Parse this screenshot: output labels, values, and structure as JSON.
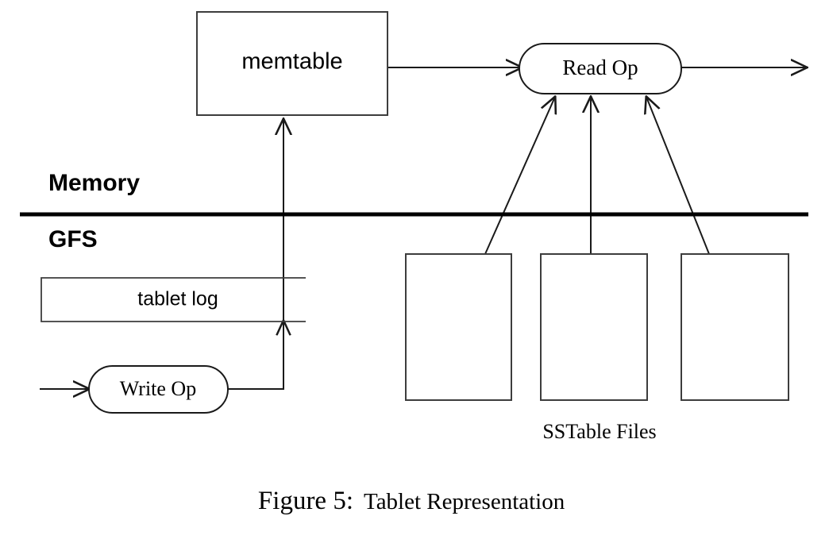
{
  "figure": {
    "caption_label": "Figure 5:",
    "caption_title": "Tablet Representation"
  },
  "zones": [
    {
      "name": "memory",
      "label": "Memory"
    },
    {
      "name": "gfs",
      "label": "GFS"
    }
  ],
  "nodes": {
    "memtable": {
      "label": "memtable",
      "shape": "rectangle"
    },
    "read_op": {
      "label": "Read Op",
      "shape": "stadium"
    },
    "write_op": {
      "label": "Write Op",
      "shape": "stadium"
    },
    "tablet_log": {
      "label": "tablet log",
      "shape": "open-rectangle"
    },
    "sstable_group": {
      "label": "SSTable Files",
      "shape": "rectangle",
      "count": 3
    }
  },
  "sstables": [
    {
      "label": ""
    },
    {
      "label": ""
    },
    {
      "label": ""
    }
  ],
  "edges": [
    {
      "from": "memtable",
      "to": "read-op",
      "arrow": true
    },
    {
      "from": "read-op",
      "to": "client-out",
      "arrow": true
    },
    {
      "from": "sstable-1",
      "to": "read-op",
      "arrow": true
    },
    {
      "from": "sstable-2",
      "to": "read-op",
      "arrow": true
    },
    {
      "from": "sstable-3",
      "to": "read-op",
      "arrow": true
    },
    {
      "from": "client-in",
      "to": "write-op",
      "arrow": true
    },
    {
      "from": "write-op",
      "to": "tablet-log",
      "arrow": true
    },
    {
      "from": "write-op",
      "to": "memtable",
      "arrow": true
    }
  ],
  "colors": {
    "background": "#ffffff",
    "stroke": "#3d3d3d",
    "stroke_dark": "#1a1a1a",
    "divider": "#000000",
    "text": "#000000"
  }
}
